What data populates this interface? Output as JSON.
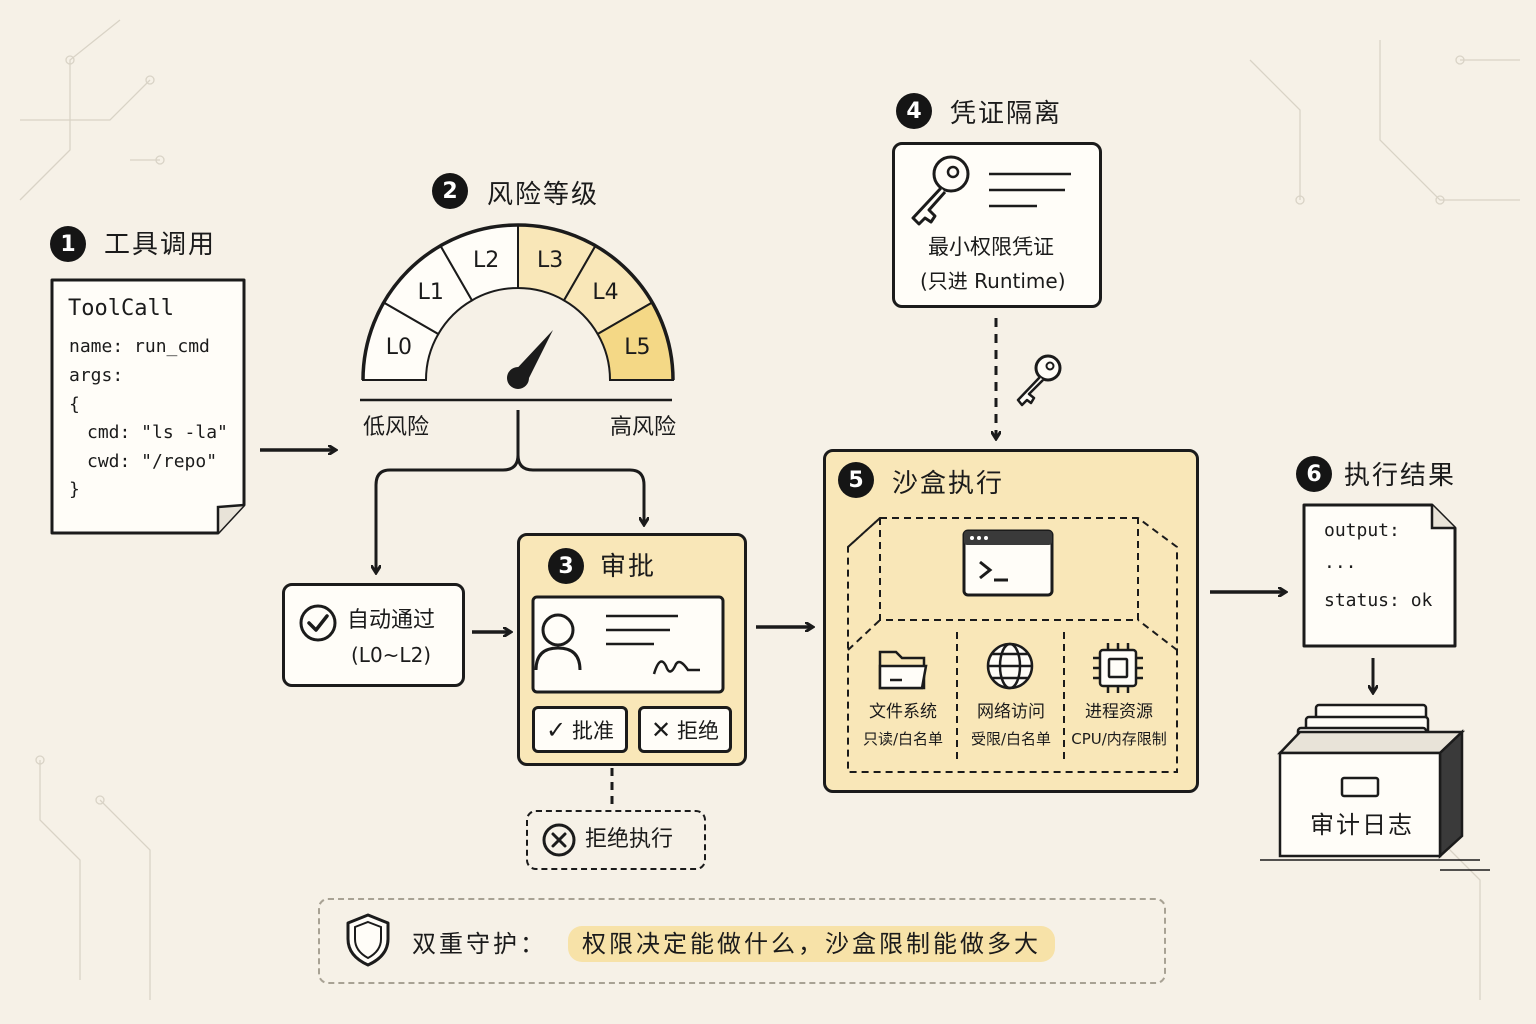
{
  "colors": {
    "ink": "#1b1b1b",
    "paper": "#f6f1e7",
    "highlight": "#f9e7b8",
    "card": "#fffdf8"
  },
  "step1": {
    "number": "1",
    "title": "工具调用",
    "card": {
      "heading": "ToolCall",
      "line1": "name: run_cmd",
      "line2": "args:",
      "line3": "{",
      "line4": "cmd: \"ls -la\"",
      "line5": "cwd: \"/repo\"",
      "line6": "}"
    }
  },
  "step2": {
    "number": "2",
    "title": "风险等级",
    "levels": [
      "L0",
      "L1",
      "L2",
      "L3",
      "L4",
      "L5"
    ],
    "low_label": "低风险",
    "high_label": "高风险"
  },
  "auto_pass": {
    "label": "自动通过",
    "range": "(L0~L2)",
    "icon": "check-circle-icon"
  },
  "step3": {
    "number": "3",
    "title": "审批",
    "approve_label": "批准",
    "reject_label": "拒绝"
  },
  "reject_exec": {
    "label": "拒绝执行",
    "icon": "x-circle-icon"
  },
  "step4": {
    "number": "4",
    "title": "凭证隔离",
    "line1": "最小权限凭证",
    "line2": "(只进 Runtime)",
    "icon": "key-icon"
  },
  "step5": {
    "number": "5",
    "title": "沙盒执行",
    "resources": [
      {
        "name": "文件系统",
        "rule": "只读/白名单",
        "icon": "folder-icon"
      },
      {
        "name": "网络访问",
        "rule": "受限/白名单",
        "icon": "globe-icon"
      },
      {
        "name": "进程资源",
        "rule": "CPU/内存限制",
        "icon": "cpu-chip-icon"
      }
    ]
  },
  "step6": {
    "number": "6",
    "title": "执行结果",
    "line1": "output:",
    "line2": "...",
    "line3": "status: ok"
  },
  "audit": {
    "label": "审计日志"
  },
  "footer": {
    "prefix": "双重守护：",
    "highlight": "权限决定能做什么，沙盒限制能做多大"
  }
}
